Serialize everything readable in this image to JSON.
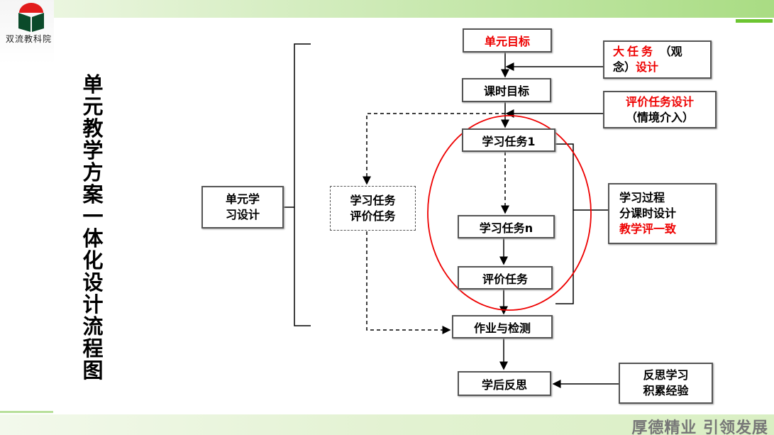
{
  "logo": {
    "text": "双流教科院"
  },
  "title": "单元教学方案一体化设计流程图",
  "motto": "厚德精业 引领发展",
  "boxes": {
    "unit_goal": "单元目标",
    "lesson_goal": "课时目标",
    "task1": "学习任务1",
    "taskn": "学习任务n",
    "eval_task": "评价任务",
    "homework": "作业与检测",
    "reflection": "学后反思",
    "unit_design_1": "单元学",
    "unit_design_2": "习设计",
    "dashed_1": "学习任务",
    "dashed_2": "评价任务",
    "big_task_red": "大任务",
    "big_task_black": "（观",
    "big_task_black2": "念）",
    "big_task_red2": "设计",
    "eval_design_red": "评价任务设计",
    "eval_design_black": "（情境介入）",
    "process_1": "学习过程",
    "process_2": "分课时设计",
    "process_3": "教学评一致",
    "reflect_1": "反思学习",
    "reflect_2": "积累经验"
  },
  "colors": {
    "accent": "#e00000",
    "green": "#6cc531"
  }
}
